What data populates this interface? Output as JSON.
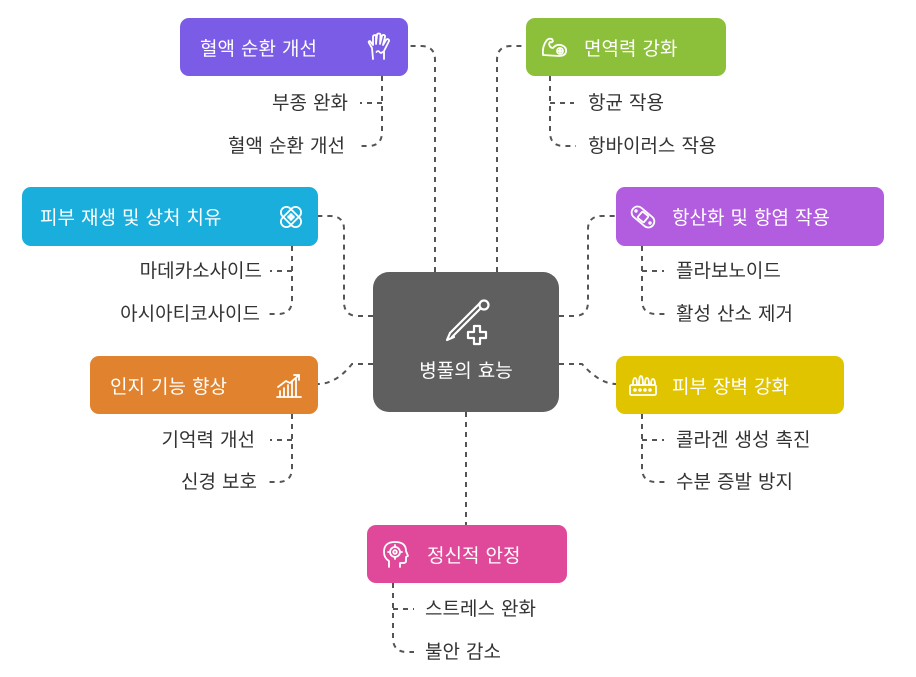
{
  "center": {
    "label": "병풀의 효능",
    "icon": "syringe-plus-icon"
  },
  "branches": {
    "blood": {
      "title": "혈액 순환 개선",
      "color": "#7b5ce6",
      "icon": "hand-icon",
      "items": [
        "부종 완화",
        "혈액 순환 개선"
      ]
    },
    "immune": {
      "title": "면역력 강화",
      "color": "#8cc03a",
      "icon": "flexed-arm-icon",
      "items": [
        "항균 작용",
        "항바이러스 작용"
      ]
    },
    "skin_regen": {
      "title": "피부 재생 및 상처 치유",
      "color": "#1aaedc",
      "icon": "bandage-icon",
      "items": [
        "마데카소사이드",
        "아시아티코사이드"
      ]
    },
    "antioxidant": {
      "title": "항산화 및 항염 작용",
      "color": "#b25de0",
      "icon": "bandage-icon",
      "items": [
        "플라보노이드",
        "활성 산소 제거"
      ]
    },
    "cognitive": {
      "title": "인지 기능 향상",
      "color": "#e0822e",
      "icon": "growth-chart-icon",
      "items": [
        "기억력 개선",
        "신경 보호"
      ]
    },
    "skin_barrier": {
      "title": "피부 장벽 강화",
      "color": "#e0c400",
      "icon": "skin-layer-icon",
      "items": [
        "콜라겐 생성 촉진",
        "수분 증발 방지"
      ]
    },
    "mental": {
      "title": "정신적 안정",
      "color": "#e0499a",
      "icon": "head-target-icon",
      "items": [
        "스트레스 완화",
        "불안 감소"
      ]
    }
  }
}
